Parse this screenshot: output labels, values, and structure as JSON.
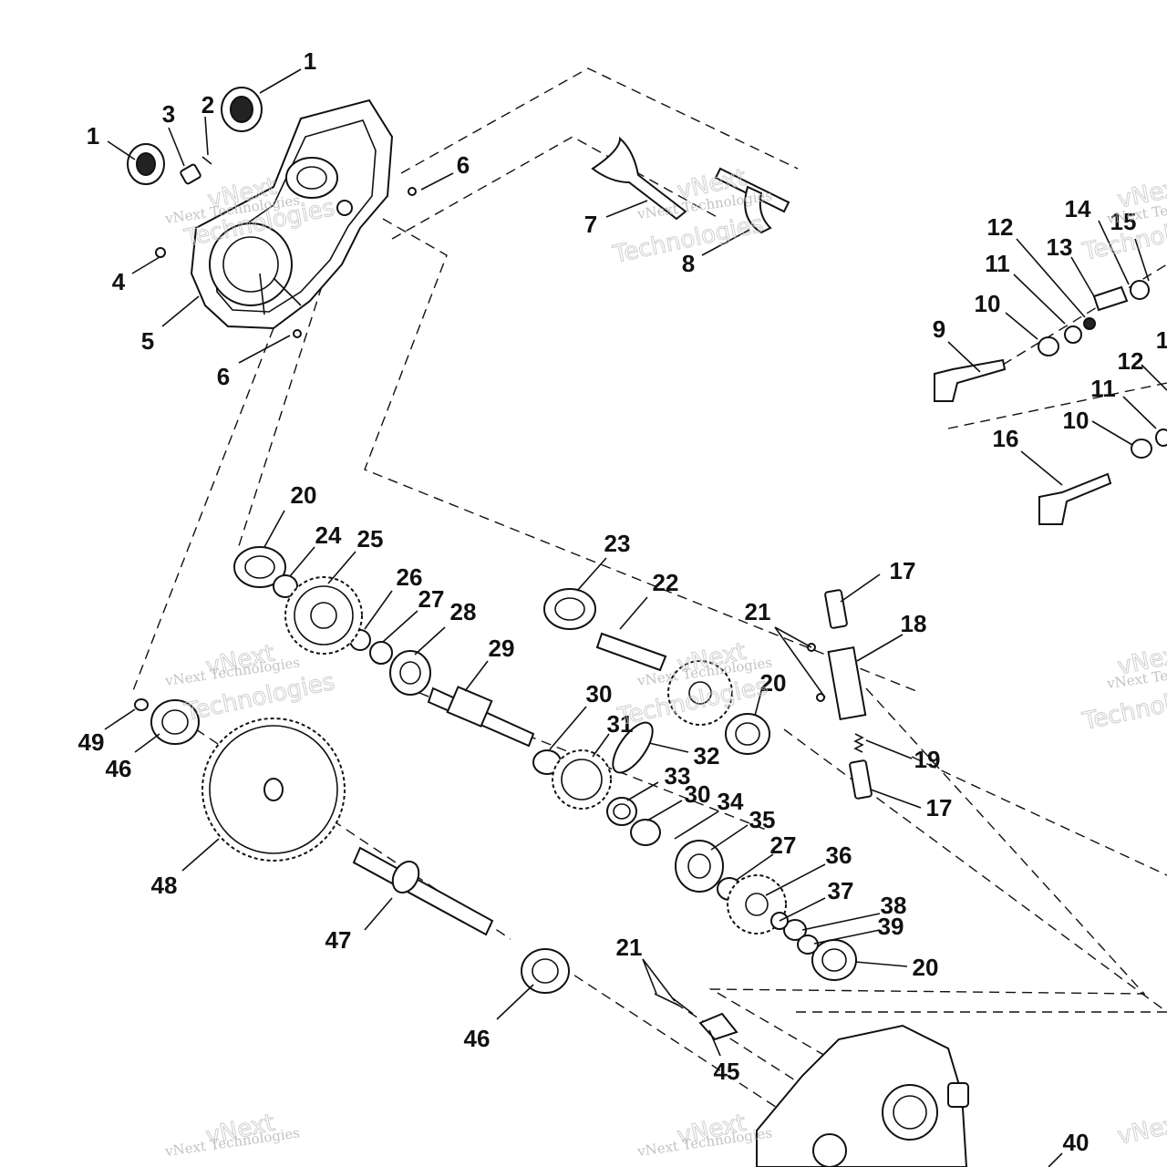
{
  "callouts": [
    {
      "id": "1a",
      "text": "1"
    },
    {
      "id": "1b",
      "text": "1"
    },
    {
      "id": "2",
      "text": "2"
    },
    {
      "id": "3",
      "text": "3"
    },
    {
      "id": "4",
      "text": "4"
    },
    {
      "id": "5",
      "text": "5"
    },
    {
      "id": "6a",
      "text": "6"
    },
    {
      "id": "6b",
      "text": "6"
    },
    {
      "id": "7",
      "text": "7"
    },
    {
      "id": "8",
      "text": "8"
    },
    {
      "id": "9",
      "text": "9"
    },
    {
      "id": "10a",
      "text": "10"
    },
    {
      "id": "10b",
      "text": "10"
    },
    {
      "id": "11a",
      "text": "11"
    },
    {
      "id": "11b",
      "text": "11"
    },
    {
      "id": "12a",
      "text": "12"
    },
    {
      "id": "12b",
      "text": "12"
    },
    {
      "id": "13",
      "text": "13"
    },
    {
      "id": "14",
      "text": "14"
    },
    {
      "id": "15",
      "text": "15"
    },
    {
      "id": "1c",
      "text": "1"
    },
    {
      "id": "16",
      "text": "16"
    },
    {
      "id": "17a",
      "text": "17"
    },
    {
      "id": "17b",
      "text": "17"
    },
    {
      "id": "18",
      "text": "18"
    },
    {
      "id": "19",
      "text": "19"
    },
    {
      "id": "20a",
      "text": "20"
    },
    {
      "id": "20b",
      "text": "20"
    },
    {
      "id": "20c",
      "text": "20"
    },
    {
      "id": "21a",
      "text": "21"
    },
    {
      "id": "21b",
      "text": "21"
    },
    {
      "id": "22",
      "text": "22"
    },
    {
      "id": "23",
      "text": "23"
    },
    {
      "id": "24",
      "text": "24"
    },
    {
      "id": "25",
      "text": "25"
    },
    {
      "id": "26",
      "text": "26"
    },
    {
      "id": "27a",
      "text": "27"
    },
    {
      "id": "27b",
      "text": "27"
    },
    {
      "id": "28",
      "text": "28"
    },
    {
      "id": "29",
      "text": "29"
    },
    {
      "id": "30a",
      "text": "30"
    },
    {
      "id": "30b",
      "text": "30"
    },
    {
      "id": "31",
      "text": "31"
    },
    {
      "id": "32",
      "text": "32"
    },
    {
      "id": "33",
      "text": "33"
    },
    {
      "id": "34",
      "text": "34"
    },
    {
      "id": "35",
      "text": "35"
    },
    {
      "id": "36",
      "text": "36"
    },
    {
      "id": "37",
      "text": "37"
    },
    {
      "id": "38",
      "text": "38"
    },
    {
      "id": "39",
      "text": "39"
    },
    {
      "id": "40",
      "text": "40"
    },
    {
      "id": "45",
      "text": "45"
    },
    {
      "id": "46a",
      "text": "46"
    },
    {
      "id": "46b",
      "text": "46"
    },
    {
      "id": "47",
      "text": "47"
    },
    {
      "id": "48",
      "text": "48"
    },
    {
      "id": "49",
      "text": "49"
    }
  ],
  "watermark": {
    "line1": "vNext",
    "line2": "vNext Technologies",
    "line3": "Technologies"
  }
}
